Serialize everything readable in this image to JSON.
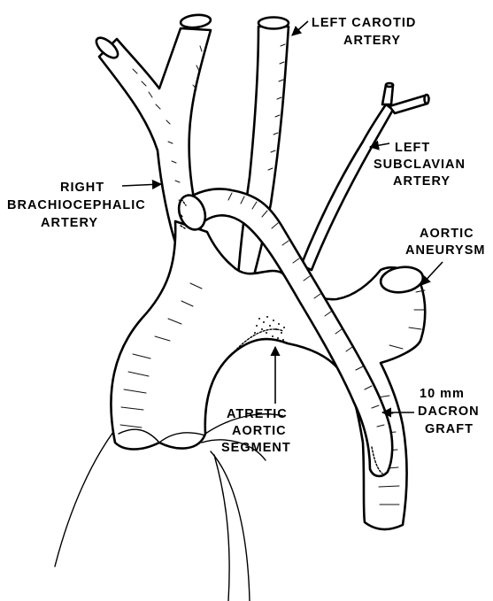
{
  "labels": {
    "left_carotid": [
      "LEFT CAROTID",
      "ARTERY"
    ],
    "left_subclavian": [
      "LEFT",
      "SUBCLAVIAN",
      "ARTERY"
    ],
    "right_brachiocephalic": [
      "RIGHT",
      "BRACHIOCEPHALIC",
      "ARTERY"
    ],
    "aortic_aneurysm": [
      "AORTIC",
      "ANEURYSM"
    ],
    "dacron_graft": [
      "10 mm",
      "DACRON",
      "GRAFT"
    ],
    "atretic_segment": [
      "ATRETIC",
      "AORTIC",
      "SEGMENT"
    ]
  },
  "colors": {
    "ink": "#000000",
    "paper": "#ffffff"
  }
}
